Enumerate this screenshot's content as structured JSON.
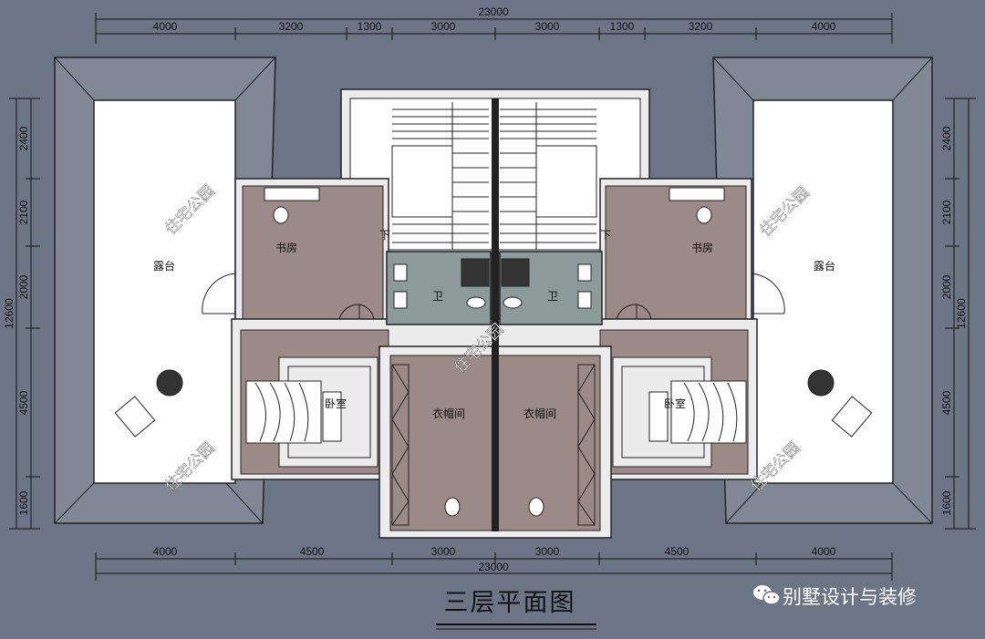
{
  "title": "三层平面图",
  "brand": {
    "text": "别墅设计与装修",
    "icon": "wechat-icon"
  },
  "watermark": "住宅公园",
  "dimensions": {
    "top_total": "23000",
    "top": [
      "4000",
      "3200",
      "1300",
      "3000",
      "3000",
      "1300",
      "3200",
      "4000"
    ],
    "bottom_total": "23000",
    "bottom": [
      "4000",
      "4500",
      "3000",
      "3000",
      "4500",
      "4000"
    ],
    "left_total": "12600",
    "left": [
      "2400",
      "2100",
      "2000",
      "4500",
      "1600"
    ],
    "right_total": "12600",
    "right": [
      "2400",
      "2100",
      "2000",
      "4500",
      "1600"
    ]
  },
  "rooms": {
    "terrace_left": "露台",
    "terrace_right": "露台",
    "study_left": "书房",
    "study_right": "书房",
    "bath_left": "卫",
    "bath_right": "卫",
    "bedroom_left": "卧室",
    "bedroom_right": "卧室",
    "closet_left": "衣帽间",
    "closet_right": "衣帽间",
    "stair_down_left": "下",
    "stair_down_right": "下"
  },
  "colors": {
    "background": "#6c7586",
    "room_fill": "#9c8a88",
    "bath_fill": "#8d9a9a",
    "terrace_fill": "#ffffff",
    "wall": "#ececec"
  }
}
